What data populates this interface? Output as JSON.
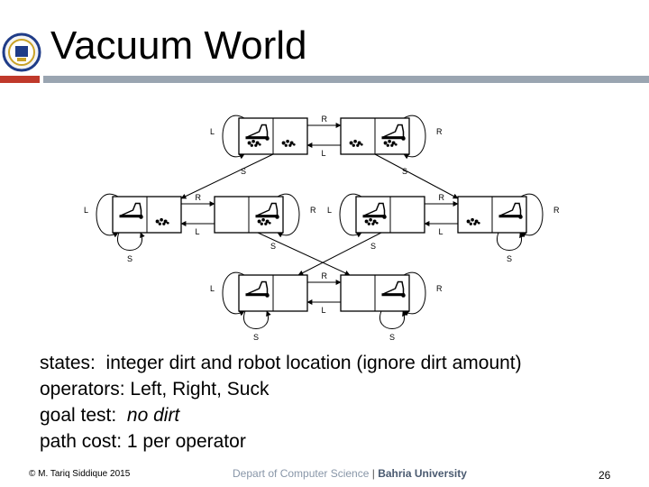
{
  "slide": {
    "title": "Vacuum World",
    "body_lines": [
      {
        "label": "states:",
        "text": "  integer dirt and robot location (ignore dirt amount)"
      },
      {
        "label": "operators:",
        "text": " Left, Right, Suck"
      },
      {
        "label": "goal test:",
        "text": "  no dirt"
      },
      {
        "label": "path cost:",
        "text": " 1 per operator"
      }
    ],
    "footer": {
      "copyright": "© M. Tariq Siddique 2015",
      "department": "Depart of Computer Science",
      "separator": " | ",
      "university": "Bahria University",
      "page_number": "26"
    }
  },
  "diagram": {
    "operator_labels": {
      "left": "L",
      "right": "R",
      "suck": "S"
    },
    "states": [
      {
        "id": "s1",
        "robot": "left",
        "dirt_left": true,
        "dirt_right": true
      },
      {
        "id": "s2",
        "robot": "right",
        "dirt_left": true,
        "dirt_right": true
      },
      {
        "id": "s3",
        "robot": "left",
        "dirt_left": false,
        "dirt_right": true
      },
      {
        "id": "s4",
        "robot": "right",
        "dirt_left": false,
        "dirt_right": true
      },
      {
        "id": "s5",
        "robot": "left",
        "dirt_left": true,
        "dirt_right": false
      },
      {
        "id": "s6",
        "robot": "right",
        "dirt_left": true,
        "dirt_right": false
      },
      {
        "id": "s7",
        "robot": "left",
        "dirt_left": false,
        "dirt_right": false
      },
      {
        "id": "s8",
        "robot": "right",
        "dirt_left": false,
        "dirt_right": false
      }
    ]
  }
}
